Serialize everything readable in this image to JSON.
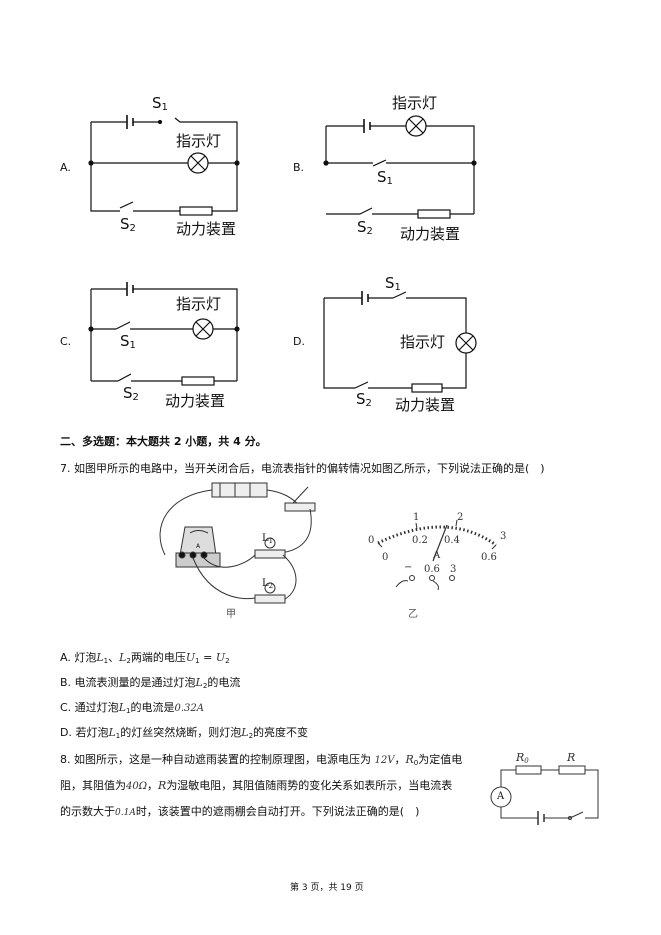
{
  "options_prev": [
    {
      "letter": "A.",
      "lamp_label": "指示灯",
      "s1": "S",
      "s1_sub": "1",
      "s2": "S",
      "s2_sub": "2",
      "device": "动力装置"
    },
    {
      "letter": "B.",
      "lamp_label": "指示灯",
      "s1": "S",
      "s1_sub": "1",
      "s2": "S",
      "s2_sub": "2",
      "device": "动力装置"
    },
    {
      "letter": "C.",
      "lamp_label": "指示灯",
      "s1": "S",
      "s1_sub": "1",
      "s2": "S",
      "s2_sub": "2",
      "device": "动力装置"
    },
    {
      "letter": "D.",
      "lamp_label": "指示灯",
      "s1": "S",
      "s1_sub": "1",
      "s2": "S",
      "s2_sub": "2",
      "device": "动力装置"
    }
  ],
  "section": {
    "title": "二、多选题：本大题共 2 小题，共 4 分。"
  },
  "q7": {
    "stem": "7. 如图甲所示的电路中，当开关闭合后，电流表指针的偏转情况如图乙所示，下列说法正确的是(　)",
    "fig_left": {
      "caption": "甲",
      "L1": "L",
      "L1_sub": "1",
      "L2": "L",
      "L2_sub": "2",
      "meter": "A"
    },
    "fig_right": {
      "caption": "乙",
      "top_ticks": [
        "0",
        "1",
        "2",
        "3"
      ],
      "bottom_ticks": [
        "0",
        "0.2",
        "0.4",
        "0.6"
      ],
      "unit": "A",
      "terminals": [
        "−",
        "0.6",
        "3"
      ],
      "reading_A": 0.3
    },
    "options": {
      "A": {
        "a": "A. 灯泡",
        "L": "L",
        "s1": "1",
        "sep": "、",
        "s2": "2",
        "b": "两端的电压",
        "U": "U",
        "eq": " = "
      },
      "B": {
        "a": "B. 电流表测量的是通过灯泡",
        "L": "L",
        "s": "2",
        "b": "的电流"
      },
      "C": {
        "a": "C. 通过灯泡",
        "L": "L",
        "s": "1",
        "b": "的电流是",
        "val": "0.32A"
      },
      "D": {
        "a": "D. 若灯泡",
        "L": "L",
        "s1": "1",
        "b": "的灯丝突然烧断，则灯泡",
        "s2": "2",
        "c": "的亮度不变"
      }
    }
  },
  "q8": {
    "l1a": "8. 如图所示，这是一种自动遮雨装置的控制原理图，电源电压为 ",
    "v": "12V",
    "l1b": "，",
    "R0": "R",
    "R0_sub": "0",
    "l1c": "为定值电",
    "l2a": "阻，其阻值为",
    "ohm": "40Ω",
    "l2b": "，",
    "R": "R",
    "l2c": "为湿敏电阻，其阻值随雨势的变化关系如表所示，当电流表",
    "l3a": "的示数大于",
    "amp": "0.1A",
    "l3b": "时，该装置中的遮雨棚会自动打开。下列说法正确的是(　)",
    "fig": {
      "R0": "R",
      "R0_sub": "0",
      "R": "R",
      "meter": "A"
    }
  },
  "footer": {
    "page": "第 3 页，共 19 页"
  }
}
